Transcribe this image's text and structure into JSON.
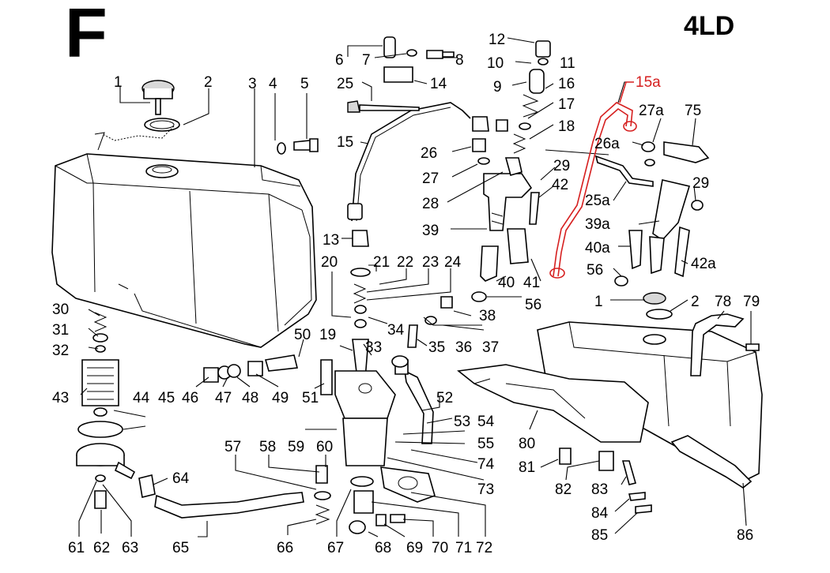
{
  "header": {
    "section_letter": "F",
    "model": "4LD"
  },
  "highlight_color": "#d62020",
  "labels": {
    "c1": "1",
    "c2": "2",
    "c3": "3",
    "c4": "4",
    "c5": "5",
    "c6": "6",
    "c7": "7",
    "c8": "8",
    "c9": "9",
    "c10": "10",
    "c11": "11",
    "c12": "12",
    "c13": "13",
    "c14": "14",
    "c15": "15",
    "c15a": "15a",
    "c16": "16",
    "c17": "17",
    "c18": "18",
    "c19": "19",
    "c20": "20",
    "c21": "21",
    "c22": "22",
    "c23": "23",
    "c24": "24",
    "c25": "25",
    "c25a": "25a",
    "c26": "26",
    "c26a": "26a",
    "c27": "27",
    "c27a": "27a",
    "c28": "28",
    "c29a": "29",
    "c29b": "29",
    "c30": "30",
    "c31": "31",
    "c32": "32",
    "c33": "33",
    "c34": "34",
    "c35": "35",
    "c36": "36",
    "c37": "37",
    "c38": "38",
    "c39": "39",
    "c39a": "39a",
    "c40": "40",
    "c40a": "40a",
    "c41": "41",
    "c42": "42",
    "c42a": "42a",
    "c43": "43",
    "c44": "44",
    "c45": "45",
    "c46": "46",
    "c47": "47",
    "c48": "48",
    "c49": "49",
    "c50": "50",
    "c51": "51",
    "c52": "52",
    "c53": "53",
    "c54": "54",
    "c55": "55",
    "c56a": "56",
    "c56b": "56",
    "c57": "57",
    "c58": "58",
    "c59": "59",
    "c60": "60",
    "c61": "61",
    "c62": "62",
    "c63": "63",
    "c64": "64",
    "c65": "65",
    "c66": "66",
    "c67": "67",
    "c68": "68",
    "c69": "69",
    "c70": "70",
    "c71": "71",
    "c72": "72",
    "c73": "73",
    "c74": "74",
    "c75": "75",
    "c78": "78",
    "c79": "79",
    "c80": "80",
    "c81": "81",
    "c82": "82",
    "c83": "83",
    "c84": "84",
    "c85": "85",
    "c86": "86",
    "c1b": "1",
    "c2b": "2"
  }
}
